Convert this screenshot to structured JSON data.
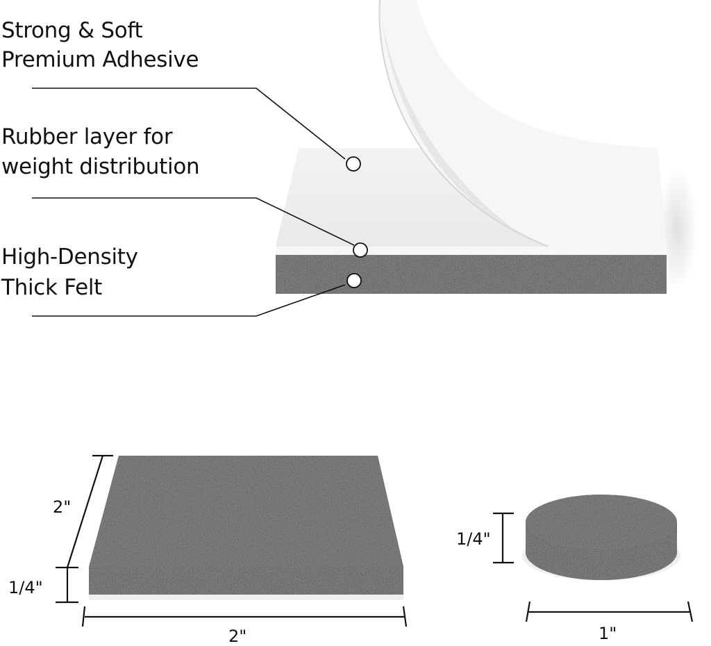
{
  "callouts": [
    {
      "line1": "Strong & Soft",
      "line2": "Premium Adhesive"
    },
    {
      "line1": "Rubber layer for",
      "line2": "weight distribution"
    },
    {
      "line1": "High-Density",
      "line2": "Thick Felt"
    }
  ],
  "square_pad": {
    "depth_label": "2\"",
    "thickness_label": "1/4\"",
    "width_label": "2\""
  },
  "round_pad": {
    "thickness_label": "1/4\"",
    "diameter_label": "1\""
  },
  "colors": {
    "felt": "#3a3a3a",
    "rubber": "#f2f2f2",
    "adhesive_liner": "#f7f7f7",
    "line": "#111111"
  }
}
